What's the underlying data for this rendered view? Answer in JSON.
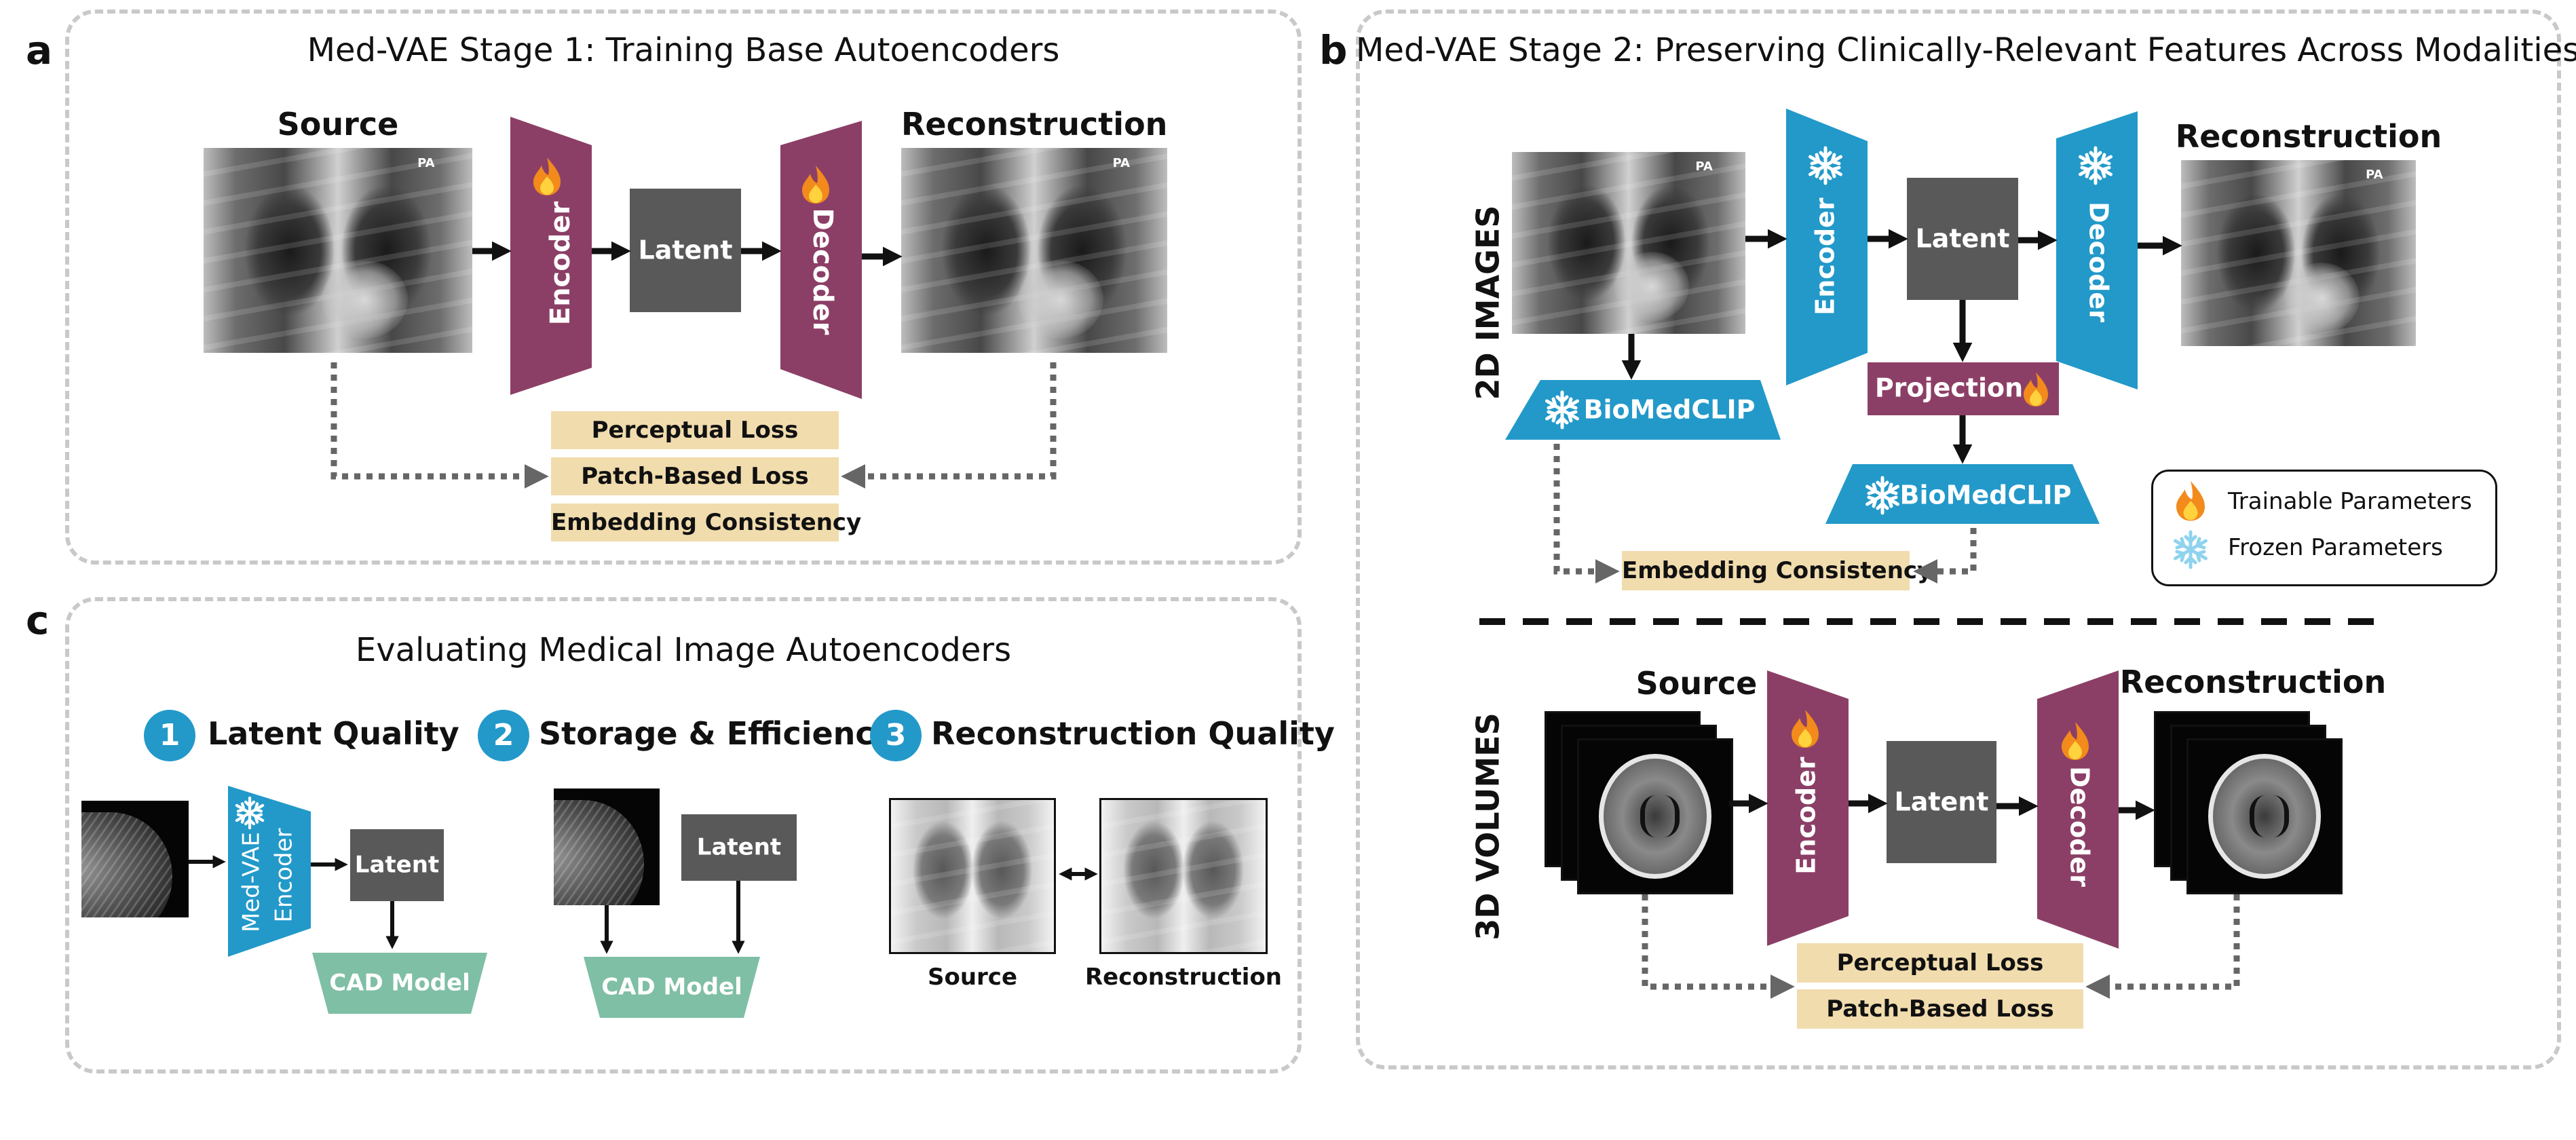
{
  "panels": {
    "a": {
      "letter": "a",
      "title": "Med-VAE Stage 1: Training Base Autoencoders",
      "source_label": "Source",
      "reconstruction_label": "Reconstruction",
      "encoder_label": "Encoder",
      "latent_label": "Latent",
      "decoder_label": "Decoder",
      "image_marker": "PA",
      "losses": [
        "Perceptual Loss",
        "Patch-Based Loss",
        "Embedding Consistency"
      ]
    },
    "b": {
      "letter": "b",
      "title": "Med-VAE Stage 2: Preserving Clinically-Relevant Features Across Modalities",
      "images_2d_label": "2D IMAGES",
      "volumes_3d_label": "3D VOLUMES",
      "reconstruction_label": "Reconstruction",
      "source_label": "Source",
      "encoder_label": "Encoder",
      "latent_label": "Latent",
      "decoder_label": "Decoder",
      "projection_label": "Projection",
      "biomedclip_label": "BioMedCLIP",
      "embedding_loss": "Embedding Consistency",
      "image_marker": "PA",
      "volume_losses": [
        "Perceptual Loss",
        "Patch-Based Loss"
      ],
      "legend": {
        "trainable": "Trainable Parameters",
        "frozen": "Frozen Parameters"
      }
    },
    "c": {
      "letter": "c",
      "title": "Evaluating Medical Image Autoencoders",
      "sections": [
        {
          "number": "1",
          "heading": "Latent Quality"
        },
        {
          "number": "2",
          "heading": "Storage & Efficiency"
        },
        {
          "number": "3",
          "heading": "Reconstruction Quality"
        }
      ],
      "encoder_label_line1": "Med-VAE",
      "encoder_label_line2": "Encoder",
      "latent_label": "Latent",
      "cad_label": "CAD Model",
      "source_caption": "Source",
      "reconstruction_caption": "Reconstruction"
    }
  },
  "colors": {
    "trainable": "#8c3f66",
    "frozen": "#2299c9",
    "latent": "#595959",
    "projection": "#8c3f66",
    "loss": "#f1dcae",
    "cad": "#7fbfa5",
    "border": "#c9c9c9",
    "arrow": "#111111",
    "dotted": "#666666"
  },
  "icons": {
    "trainable": "fire-icon",
    "frozen": "snowflake-icon"
  }
}
